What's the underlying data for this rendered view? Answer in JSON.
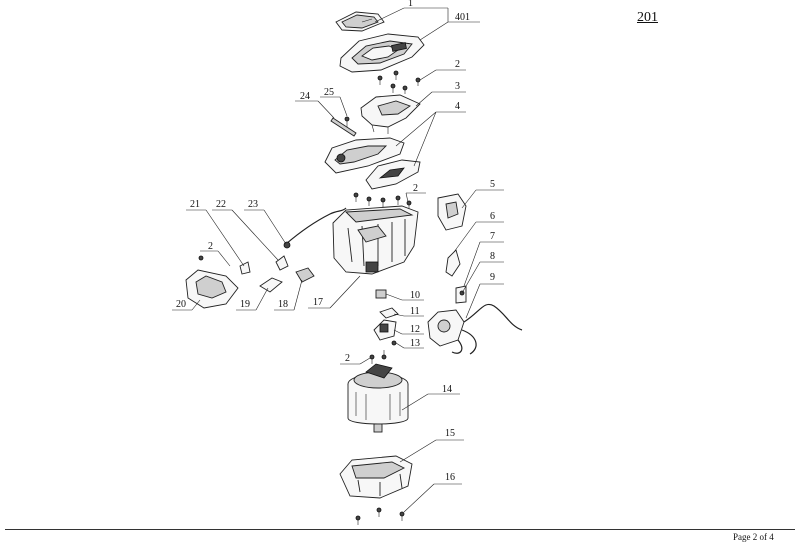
{
  "diagram_number": "201",
  "page_label": "Page 2  of  4",
  "callouts": [
    {
      "id": "c1",
      "label": "1"
    },
    {
      "id": "c401",
      "label": "401"
    },
    {
      "id": "c2a",
      "label": "2"
    },
    {
      "id": "c3",
      "label": "3"
    },
    {
      "id": "c4",
      "label": "4"
    },
    {
      "id": "c24",
      "label": "24"
    },
    {
      "id": "c25",
      "label": "25"
    },
    {
      "id": "c2b",
      "label": "2"
    },
    {
      "id": "c5",
      "label": "5"
    },
    {
      "id": "c6",
      "label": "6"
    },
    {
      "id": "c7",
      "label": "7"
    },
    {
      "id": "c8",
      "label": "8"
    },
    {
      "id": "c9",
      "label": "9"
    },
    {
      "id": "c21",
      "label": "21"
    },
    {
      "id": "c22",
      "label": "22"
    },
    {
      "id": "c23",
      "label": "23"
    },
    {
      "id": "c2c",
      "label": "2"
    },
    {
      "id": "c20",
      "label": "20"
    },
    {
      "id": "c19",
      "label": "19"
    },
    {
      "id": "c18",
      "label": "18"
    },
    {
      "id": "c17",
      "label": "17"
    },
    {
      "id": "c10",
      "label": "10"
    },
    {
      "id": "c11",
      "label": "11"
    },
    {
      "id": "c12",
      "label": "12"
    },
    {
      "id": "c13",
      "label": "13"
    },
    {
      "id": "c2d",
      "label": "2"
    },
    {
      "id": "c14",
      "label": "14"
    },
    {
      "id": "c15",
      "label": "15"
    },
    {
      "id": "c16",
      "label": "16"
    }
  ]
}
